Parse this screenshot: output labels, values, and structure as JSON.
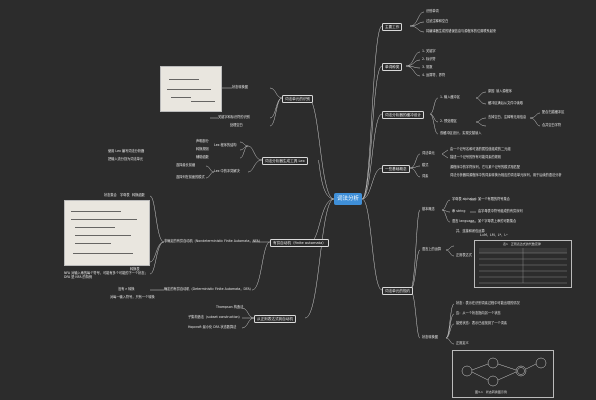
{
  "root": "词法分析",
  "branches": {
    "tasks": {
      "title": "主要工作",
      "items": [
        "识别单词",
        "过滤注释和空白",
        "将编译器生成的错误信息与源程序的位置联系起来"
      ]
    },
    "tokens": {
      "title": "单词种类",
      "items": [
        "1. 关键字",
        "2. 标识符",
        "3. 常数",
        "4. 运算符、界符"
      ]
    },
    "buffer": {
      "title": "词法分析器的缓冲设计",
      "a": {
        "label": "1. 输入缓冲区",
        "items": [
          "原因",
          "读入源程序",
          "缓冲区满后从文件中读取"
        ]
      },
      "b": {
        "label": "2. 预处理区",
        "items": [
          "去掉空白、注释等无用信息",
          "配合扫描缓冲区",
          "合并空白字符"
        ]
      },
      "c": "双缓冲区设计，实现交替读入"
    },
    "concepts": {
      "title": "一些基础概念",
      "items": [
        {
          "k": "词法单元",
          "v": "由一个记号名和可选的属性值组成的二元组"
        },
        {
          "k": "模式",
          "v": "描述一个记号的所有可能词素的规则"
        },
        {
          "k": "词素",
          "v": "源程序中的字符序列，它与某个记号的模式相匹配"
        }
      ],
      "note": "词法分析器将源程序中的词素转换为相应的词法单元序列，用于后续的语法分析"
    },
    "re": {
      "title": "词法单元的规约",
      "basic_title": "基本概念",
      "basic": [
        "字母表 alphabet",
        "串 string",
        "语言 language"
      ],
      "basic_desc": [
        "某一个有限的符号集合",
        "由字母表中符号组成的有穷序列",
        "某个字母表上串的可数集合"
      ],
      "ops_title": "语言上的运算",
      "ops": [
        "并、连接和闭包运算",
        "正则表达式"
      ],
      "ops_desc": [
        "L∪M、LM、L*、L⁺",
        "正则定义"
      ],
      "example_title": "正则定义",
      "table_caption": "表1　正则表达式的代数定律",
      "transition_title": "状态转换图",
      "transition": [
        "状态：表示在识别词素过程中可能出现的情况",
        "边：从一个状态指向另一个状态",
        "接受状态：表示已经找到了一个词素"
      ],
      "diagram_caption": "图3-1　状态转换图示例"
    },
    "fa": {
      "title": "有穷自动机（finite automata）",
      "nfa": "非确定的有穷自动机（Nondeterministic Finite Automata，NFA）",
      "nfa_parts": [
        "状态集合",
        "字母表",
        "转换函数",
        "开始状态",
        "接受状态集合"
      ],
      "nfa_table": "转换表",
      "nfa_note": "NFA 对输入串的每个符号，可能有多个可能的下一个状态；DFA 是 NFA 的特例",
      "dfa": "确定的有穷自动机（Deterministic Finite Automata，DFA）",
      "dfa_note": "对每一输入符号，只有一个转换",
      "dfa_left": "没有 ε 转换"
    },
    "re2fa": {
      "title": "从正则表达式到自动机",
      "items": [
        "Thompson 构造法",
        "子集构造法（subset construction）",
        "Hopcroft 最小化 DFA 状态数算法"
      ],
      "head": "从正则表达式构造有穷自动机"
    },
    "lex": {
      "title": "词法分析器生成工具 Lex",
      "items": [
        "Lex 程序的结构",
        "Lex 中的冲突解决",
        "Lex 中的向前看运算符"
      ],
      "desc": [
        "声明部分",
        "转换规则",
        "辅助函数"
      ],
      "extra": [
        "选择最长前缀",
        "选择列在前面的模式"
      ],
      "left": [
        "使用 Lex 编写词法分析器",
        "把输入流分割为词法单元"
      ]
    },
    "identify": {
      "title": "词法单元的识别",
      "left": [
        "状态转换图",
        "关键字和标识符的识别",
        "处理空白"
      ],
      "caption": "状态转换图示例"
    }
  }
}
